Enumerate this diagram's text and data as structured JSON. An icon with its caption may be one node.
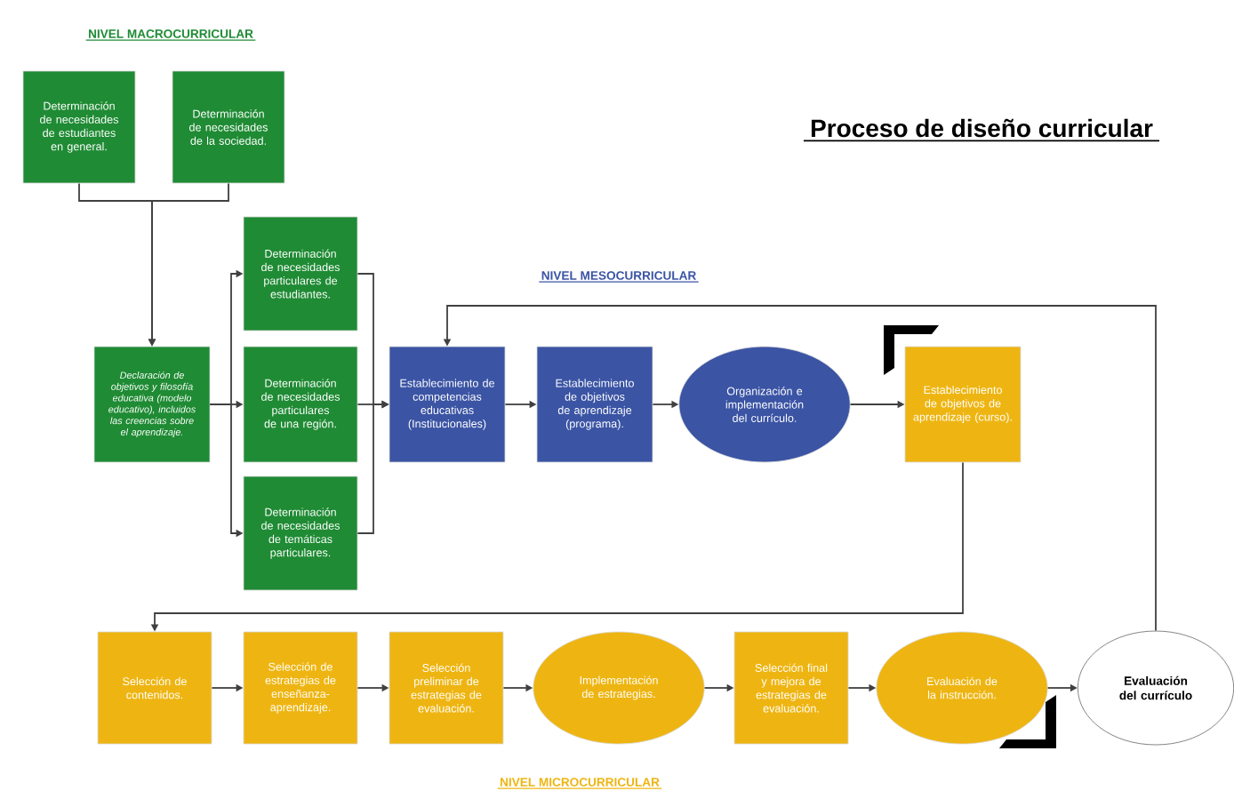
{
  "diagram": {
    "title": "Proceso de diseño curricular",
    "nodes": [
      {
        "text": [
          "Determinación de necesidades de estudiantes en general."
        ]
      },
      {
        "text": [
          "Determinación de necesidades de la sociedad."
        ]
      },
      {
        "text": [
          "Declaración de objetivos y filosofía educativa (modelo educativo), incluidos las creencias sobre el aprendizaje."
        ]
      },
      {
        "text": [
          "Determinación de necesidades particulares de estudiantes."
        ]
      },
      {
        "text": [
          "Determinación de necesidades particulares de una región."
        ]
      },
      {
        "text": [
          "Determinación de necesidades de temáticas particulares."
        ]
      },
      {
        "text": [
          "Establecimiento de competencias educativas (Institucionales)"
        ]
      },
      {
        "text": [
          "Establecimiento de objetivos de aprendizaje (programa)."
        ]
      },
      {
        "text": [
          "Organización e implementación del currículo."
        ]
      },
      {
        "text": [
          "Establecimiento de objetivos de aprendizaje (curso)."
        ]
      },
      {
        "text": [
          "Selección de contenidos."
        ]
      },
      {
        "text": [
          "Selección de estrategias de enseñanza-aprendizaje."
        ]
      },
      {
        "text": [
          "Selección preliminar de estrategias de evaluación."
        ]
      },
      {
        "text": [
          "Implementación de estrategias."
        ]
      },
      {
        "text": [
          "Selección final y mejora de estrategias de evaluación."
        ]
      },
      {
        "text": [
          "Evaluación de la instrucción."
        ]
      },
      {
        "text": [
          "Evaluación del currículo"
        ]
      }
    ],
    "edges": [
      {
        "from": 0,
        "to": 2,
        "arrow": "to"
      },
      {
        "from": 1,
        "to": 2,
        "arrow": "to"
      },
      {
        "from": 2,
        "to": 3,
        "arrow": "to"
      },
      {
        "from": 2,
        "to": 4,
        "arrow": "to"
      },
      {
        "from": 2,
        "to": 5,
        "arrow": "to"
      },
      {
        "from": 3,
        "to": 6,
        "arrow": "to"
      },
      {
        "from": 4,
        "to": 6,
        "arrow": "to"
      },
      {
        "from": 5,
        "to": 6,
        "arrow": "to"
      },
      {
        "from": 6,
        "to": 7,
        "arrow": "to"
      },
      {
        "from": 7,
        "to": 8,
        "arrow": "to"
      },
      {
        "from": 8,
        "to": 9,
        "arrow": "to"
      },
      {
        "from": 9,
        "to": 10,
        "arrow": "to"
      },
      {
        "from": 10,
        "to": 11,
        "arrow": "to"
      },
      {
        "from": 11,
        "to": 12,
        "arrow": "to"
      },
      {
        "from": 12,
        "to": 13,
        "arrow": "to"
      },
      {
        "from": 13,
        "to": 14,
        "arrow": "to"
      },
      {
        "from": 14,
        "to": 15,
        "arrow": "to"
      },
      {
        "from": 15,
        "to": 16,
        "arrow": "to"
      },
      {
        "from": 16,
        "to": 6,
        "arrow": "to"
      }
    ],
    "labels": [
      "NIVEL MACROCURRICULAR",
      "NIVEL MESOCURRICULAR",
      "NIVEL MICROCURRICULAR"
    ]
  }
}
